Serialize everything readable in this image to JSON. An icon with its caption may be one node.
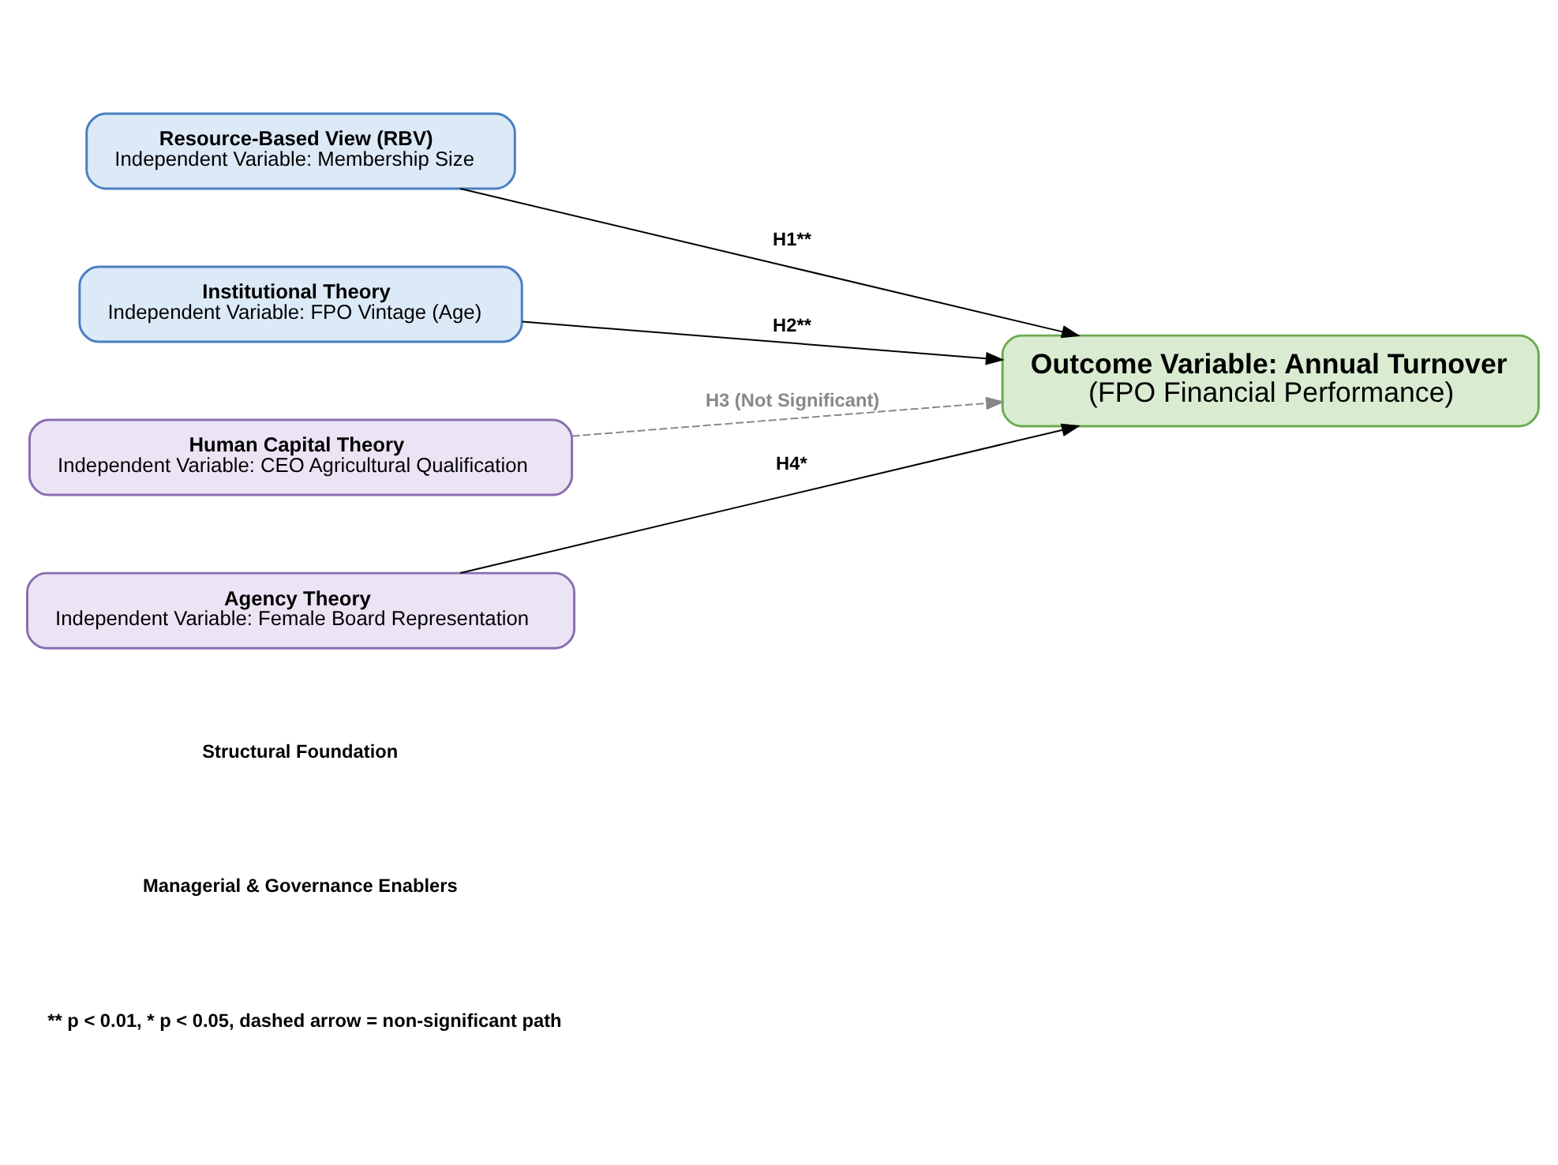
{
  "diagram": {
    "nodes": [
      {
        "text": [
          "Resource-Based View (RBV)",
          "Independent Variable: Membership Size"
        ]
      },
      {
        "text": [
          "Institutional Theory",
          "Independent Variable: FPO Vintage (Age)"
        ]
      },
      {
        "text": [
          "Human Capital Theory",
          "Independent Variable: CEO Agricultural Qualification"
        ]
      },
      {
        "text": [
          "Agency Theory",
          "Independent Variable: Female Board Representation"
        ]
      },
      {
        "text": [
          "Outcome Variable: Annual Turnover",
          "(FPO Financial Performance)"
        ]
      }
    ],
    "edges": [
      {
        "from": 0,
        "to": 4,
        "arrow": "to",
        "label": "H1**"
      },
      {
        "from": 1,
        "to": 4,
        "arrow": "to",
        "label": "H2**"
      },
      {
        "from": 2,
        "to": 4,
        "arrow": "to",
        "label": "H3 (Not Significant)",
        "style": "dashed",
        "color": "#888888"
      },
      {
        "from": 3,
        "to": 4,
        "arrow": "to",
        "label": "H4*"
      }
    ],
    "labels": [
      "Structural Foundation",
      "Managerial & Governance Enablers",
      "** p < 0.01, * p < 0.05, dashed arrow = non-significant path"
    ]
  }
}
